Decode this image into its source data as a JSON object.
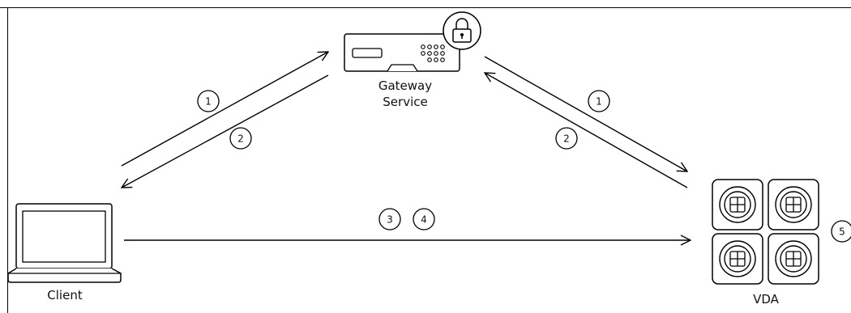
{
  "nodes": {
    "gateway": {
      "line1": "Gateway",
      "line2": "Service"
    },
    "client": {
      "label": "Client"
    },
    "vda": {
      "label": "VDA"
    }
  },
  "steps": {
    "gw_client_top": "1",
    "gw_client_bottom": "2",
    "gw_vda_top": "1",
    "gw_vda_bottom": "2",
    "direct_a": "3",
    "direct_b": "4",
    "vda_step": "5"
  },
  "colors": {
    "stroke": "#000000",
    "background": "#ffffff"
  },
  "icons": [
    "gateway-appliance-icon",
    "lock-icon",
    "laptop-icon",
    "windows-logo-icon"
  ]
}
